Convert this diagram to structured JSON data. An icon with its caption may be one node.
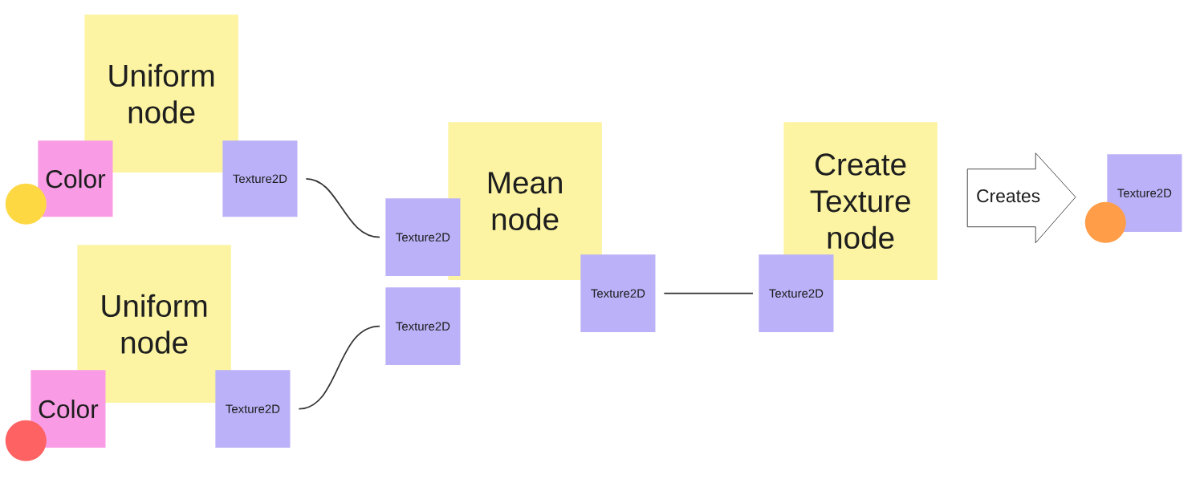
{
  "diagram": {
    "nodes": [
      {
        "text": [
          "Uniform node"
        ]
      },
      {
        "text": [
          "Color"
        ]
      },
      {
        "text": [],
        "shape": "circle"
      },
      {
        "text": [
          "Texture2D"
        ]
      },
      {
        "text": [
          "Uniform node"
        ]
      },
      {
        "text": [
          "Color"
        ]
      },
      {
        "text": [],
        "shape": "circle"
      },
      {
        "text": [
          "Texture2D"
        ]
      },
      {
        "text": [
          "Mean node"
        ]
      },
      {
        "text": [
          "Texture2D"
        ]
      },
      {
        "text": [
          "Texture2D"
        ]
      },
      {
        "text": [
          "Texture2D"
        ]
      },
      {
        "text": [
          "Create Texture node"
        ]
      },
      {
        "text": [
          "Texture2D"
        ]
      },
      {
        "text": [
          "Texture2D"
        ]
      },
      {
        "text": [],
        "shape": "circle"
      }
    ],
    "edges": [
      {
        "from": 3,
        "to": 9,
        "arrow": "none"
      },
      {
        "from": 7,
        "to": 10,
        "arrow": "none"
      },
      {
        "from": 11,
        "to": 13,
        "arrow": "none"
      },
      {
        "from": 12,
        "to": 14,
        "arrow": "to",
        "label": "Creates"
      }
    ]
  }
}
